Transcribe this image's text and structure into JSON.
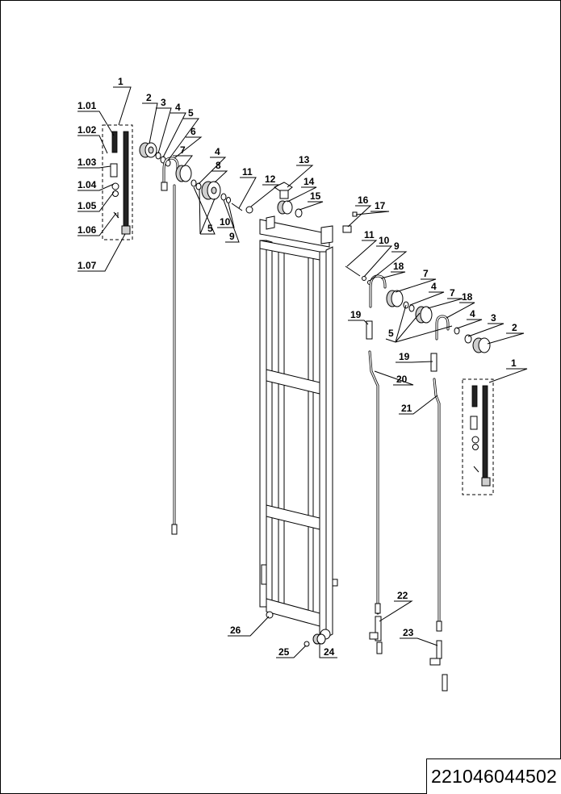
{
  "drawing_number": "221046044502",
  "callouts": {
    "c_1_left": "1",
    "c_1_01": "1.01",
    "c_1_02": "1.02",
    "c_1_03": "1.03",
    "c_1_04": "1.04",
    "c_1_05": "1.05",
    "c_1_06": "1.06",
    "c_1_07": "1.07",
    "c_2_left": "2",
    "c_3_left": "3",
    "c_4_left_a": "4",
    "c_5_left_top": "5",
    "c_6_left": "6",
    "c_7_left": "7",
    "c_4_left_b": "4",
    "c_8_left": "8",
    "c_5_left_bottom": "5",
    "c_9_left": "9",
    "c_10_left": "10",
    "c_11_left": "11",
    "c_12": "12",
    "c_13": "13",
    "c_14": "14",
    "c_15": "15",
    "c_16": "16",
    "c_17": "17",
    "c_11_right": "11",
    "c_10_right": "10",
    "c_9_right": "9",
    "c_18_top": "18",
    "c_7_right_a": "7",
    "c_4_right_a": "4",
    "c_7_right_b": "7",
    "c_18_right": "18",
    "c_4_right_b": "4",
    "c_3_right": "3",
    "c_2_right": "2",
    "c_19_left": "19",
    "c_5_right": "5",
    "c_19_right": "19",
    "c_20": "20",
    "c_21": "21",
    "c_1_right": "1",
    "c_22": "22",
    "c_23": "23",
    "c_26": "26",
    "c_25": "25",
    "c_24": "24"
  }
}
